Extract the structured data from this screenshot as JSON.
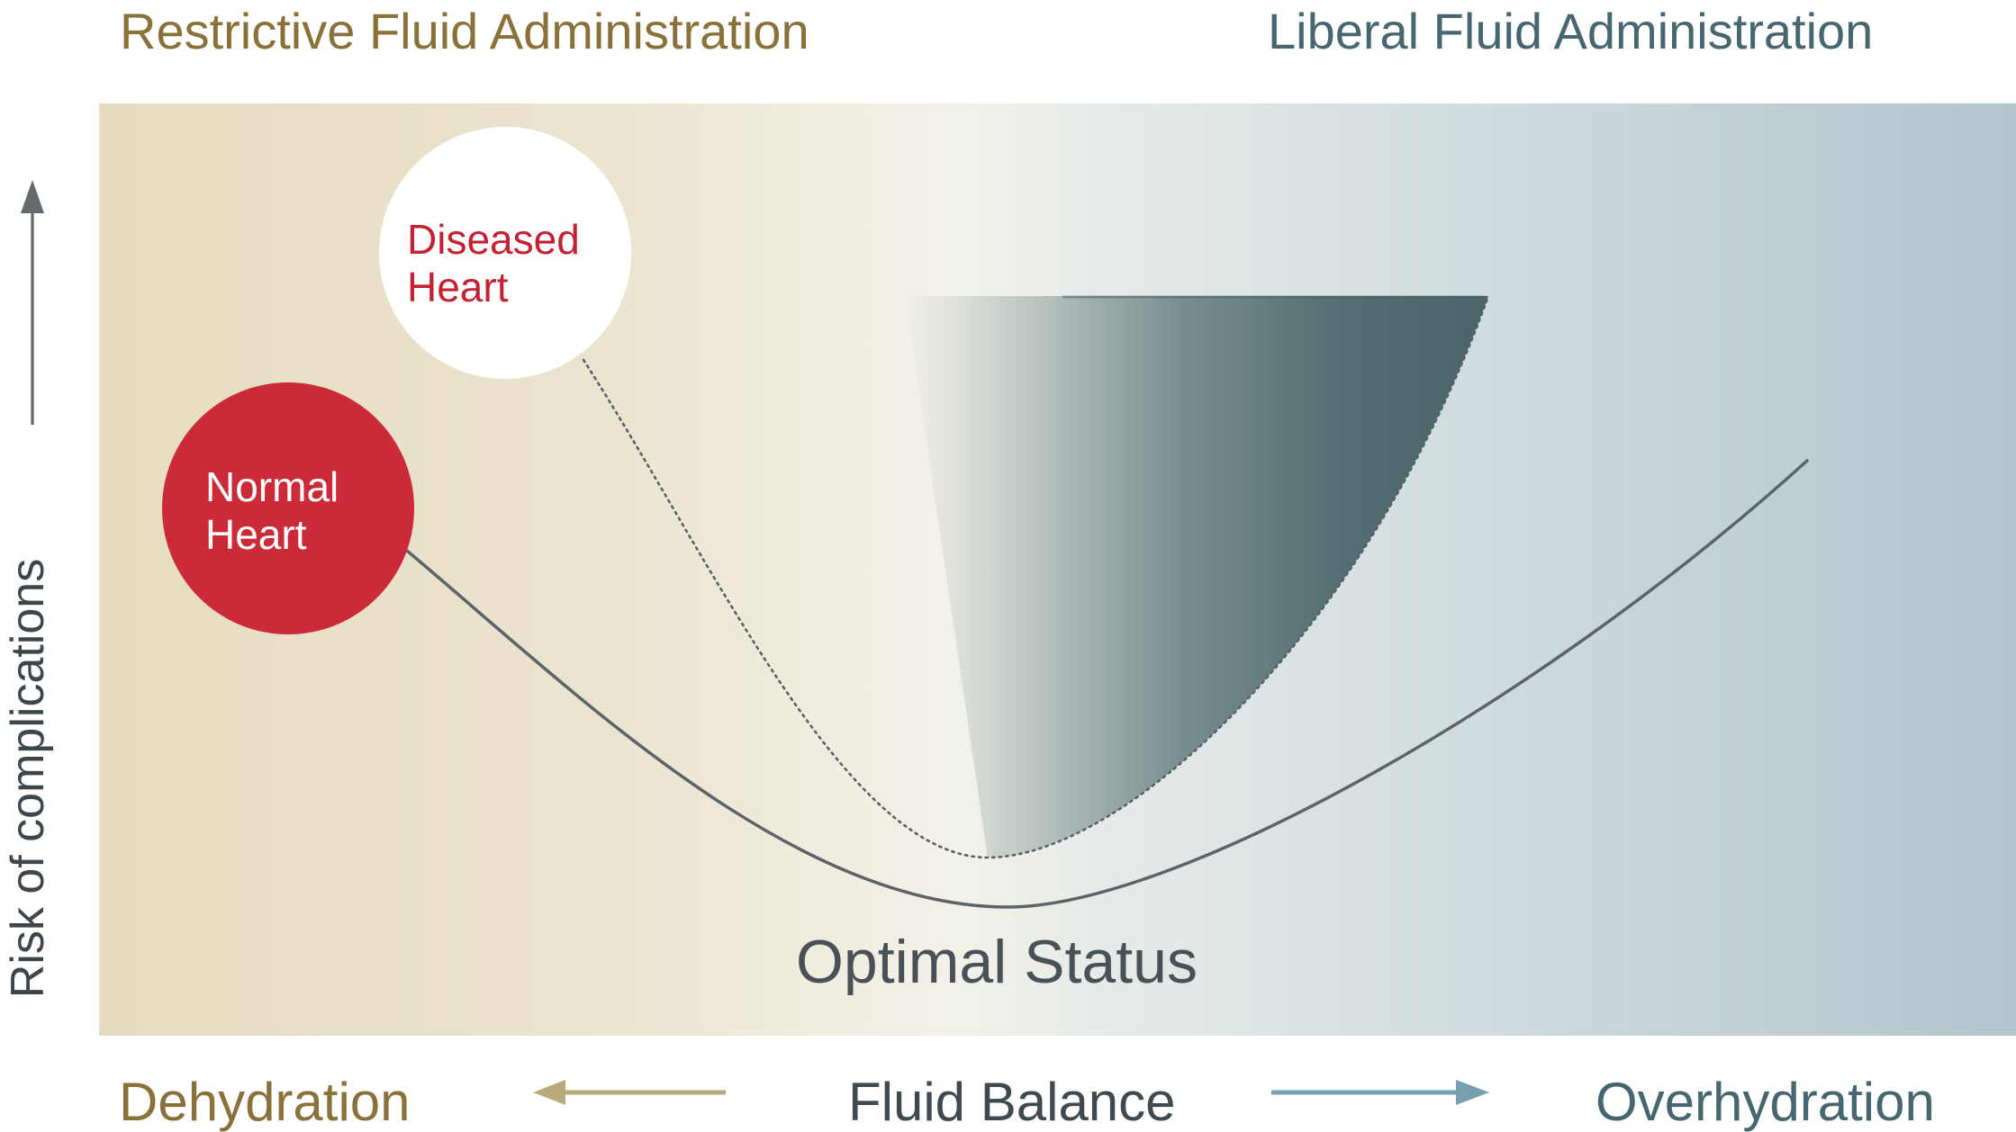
{
  "header": {
    "left_title": "Restrictive Fluid Administration",
    "right_title": "Liberal Fluid Administration"
  },
  "y_axis": {
    "label": "Risk of complications"
  },
  "x_axis": {
    "left_label": "Dehydration",
    "center_label": "Fluid Balance",
    "right_label": "Overhydration"
  },
  "annotations": {
    "optimal_status": "Optimal Status"
  },
  "markers": {
    "normal_heart": {
      "label": "Normal\nHeart",
      "fill_color": "#cb2a39",
      "text_color": "#ffffff",
      "curve_style": "solid"
    },
    "diseased_heart": {
      "label": "Diseased\nHeart",
      "fill_color": "#ffffff",
      "text_color": "#c32233",
      "curve_style": "dotted"
    }
  },
  "colors": {
    "restrictive_gold": "#8a7139",
    "liberal_slate": "#476770",
    "dark_text": "#3e4950",
    "optimal_text": "#485156",
    "axis_text": "#3d464b",
    "funnel_teal": "#4e6a6c",
    "gold_arrow": "#b9aa78",
    "blue_arrow": "#76a0ae",
    "curve_gray": "#5d6468",
    "panel_left_beige": "#e6dcc1",
    "panel_right_blue": "#b2c5cc"
  }
}
